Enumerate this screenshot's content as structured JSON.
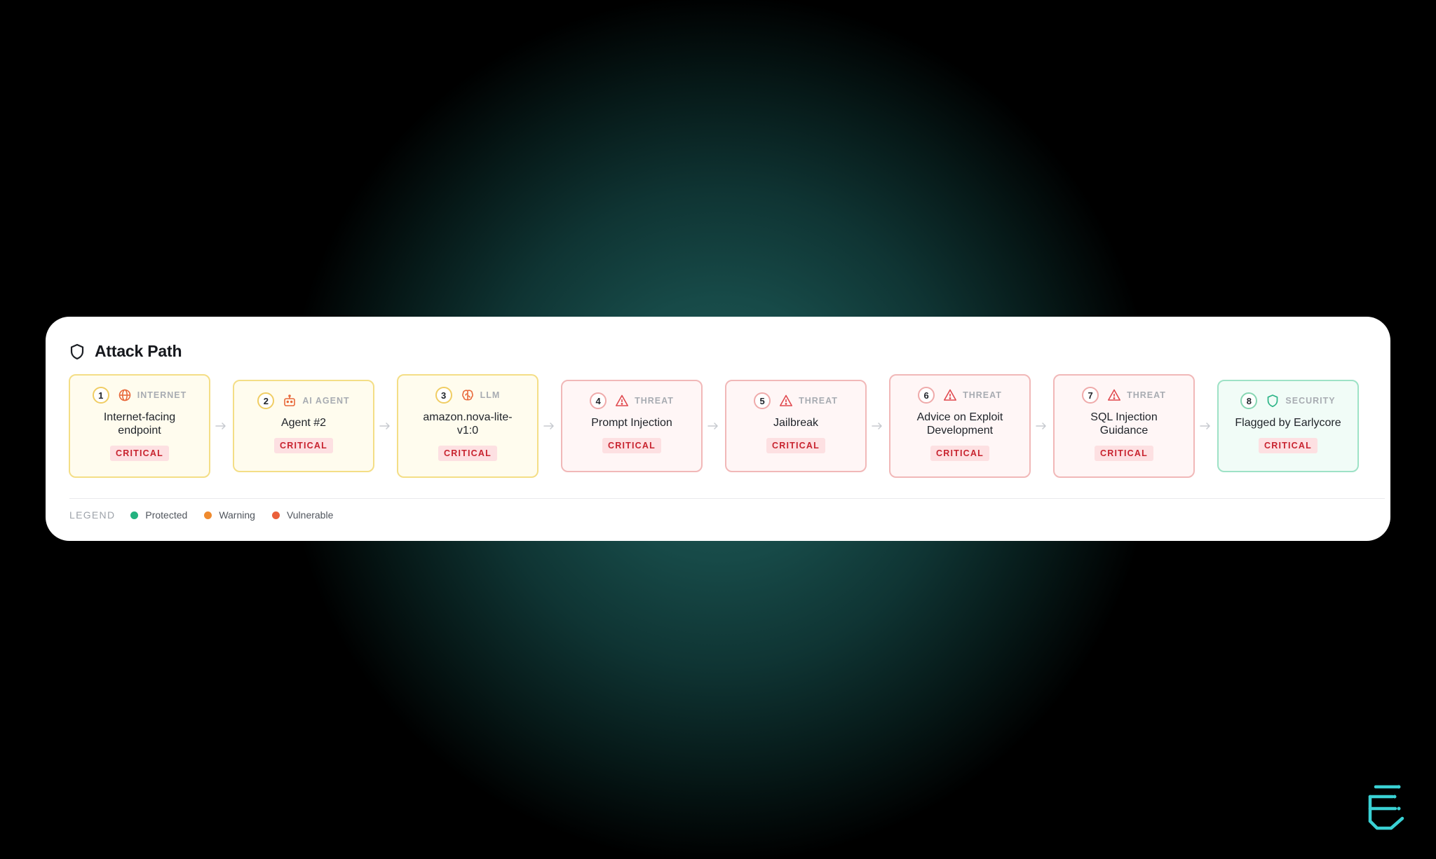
{
  "panel": {
    "title": "Attack Path",
    "title_icon": "shield-outline-icon"
  },
  "colors": {
    "warning_border": "#f4de86",
    "warning_bg": "#fffcee",
    "vulnerable_border": "#f1b8b8",
    "vulnerable_bg": "#fff6f6",
    "protected_border": "#9ee2c6",
    "protected_bg": "#f1fcf7",
    "badge_bg": "#fde0e2",
    "badge_text": "#c8232f",
    "icon_orange": "#e8683a",
    "icon_red": "#e0484e",
    "icon_green": "#2eb588",
    "brand_teal": "#3ad1d4"
  },
  "nodes": [
    {
      "num": "1",
      "type": "INTERNET",
      "icon": "globe-icon",
      "label": "Internet-facing\nendpoint",
      "severity": "CRITICAL",
      "status": "warning"
    },
    {
      "num": "2",
      "type": "AI AGENT",
      "icon": "robot-icon",
      "label": "Agent #2",
      "severity": "CRITICAL",
      "status": "warning"
    },
    {
      "num": "3",
      "type": "LLM",
      "icon": "brain-icon",
      "label": "amazon.nova-lite-\nv1:0",
      "severity": "CRITICAL",
      "status": "warning"
    },
    {
      "num": "4",
      "type": "THREAT",
      "icon": "warning-triangle-icon",
      "label": "Prompt Injection",
      "severity": "CRITICAL",
      "status": "vulnerable"
    },
    {
      "num": "5",
      "type": "THREAT",
      "icon": "warning-triangle-icon",
      "label": "Jailbreak",
      "severity": "CRITICAL",
      "status": "vulnerable"
    },
    {
      "num": "6",
      "type": "THREAT",
      "icon": "warning-triangle-icon",
      "label": "Advice on Exploit\nDevelopment",
      "severity": "CRITICAL",
      "status": "vulnerable"
    },
    {
      "num": "7",
      "type": "THREAT",
      "icon": "warning-triangle-icon",
      "label": "SQL Injection\nGuidance",
      "severity": "CRITICAL",
      "status": "vulnerable"
    },
    {
      "num": "8",
      "type": "SECURITY",
      "icon": "shield-icon",
      "label": "Flagged by Earlycore",
      "severity": "CRITICAL",
      "status": "protected"
    }
  ],
  "legend": {
    "title": "LEGEND",
    "items": [
      {
        "label": "Protected",
        "color": "#23b27f"
      },
      {
        "label": "Warning",
        "color": "#ef8a2e"
      },
      {
        "label": "Vulnerable",
        "color": "#ea5f3a"
      }
    ]
  },
  "brand": {
    "logo_icon": "earlycore-logo-icon"
  }
}
